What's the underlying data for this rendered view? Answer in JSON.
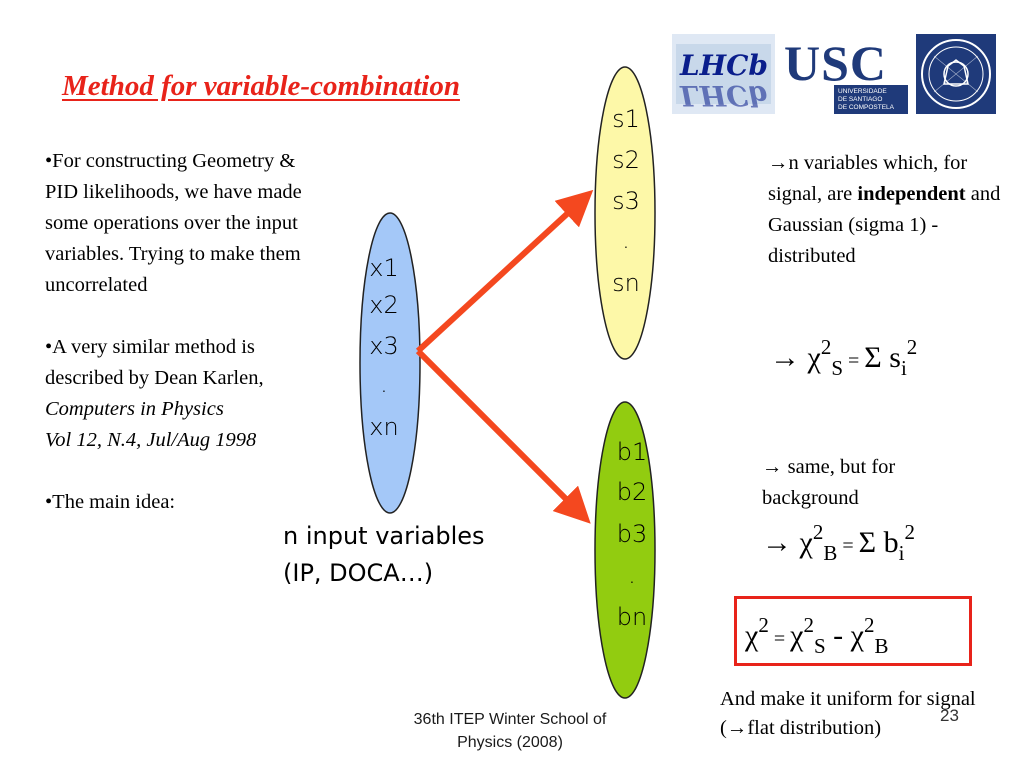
{
  "title": "Method for variable-combination",
  "left_text": {
    "p1": "•For constructing Geometry & PID likelihoods, we have made some operations over the input variables. Trying to make them uncorrelated",
    "p2": "•A very similar method is described by Dean Karlen,",
    "p2_ref_line1": "Computers in Physics",
    "p2_ref_line2": "Vol 12, N.4, Jul/Aug 1998",
    "p3": "•The main idea:"
  },
  "diagram": {
    "input_vars": [
      "x1",
      "x2",
      "x3",
      ".",
      "xn"
    ],
    "signal_vars": [
      "s1",
      "s2",
      "s3",
      ".",
      "sn"
    ],
    "background_vars": [
      "b1",
      "b2",
      "b3",
      ".",
      "bn"
    ],
    "input_label_line1": "n input variables",
    "input_label_line2": "(IP, DOCA…)",
    "colors": {
      "input_ellipse": "#a4c8f8",
      "signal_ellipse": "#fdf8a8",
      "background_ellipse": "#92cc10",
      "arrow": "#f4481f"
    }
  },
  "right": {
    "arrow_glyph": "→",
    "text1": "n variables which, for signal, are",
    "text1_bold": "independent",
    "text1_rest": " and Gaussian (sigma 1) - distributed",
    "text2": " same, but for background",
    "chi": "χ",
    "sum": "Σ",
    "two": "2",
    "equals": " = ",
    "minus": " - ",
    "s_sub": "S",
    "b_sub": "B",
    "s_var": "s",
    "b_var": "b",
    "i_sub": "i"
  },
  "bottom_right": {
    "line1": "And make it uniform for signal (",
    "line1_rest": "flat distribution)"
  },
  "logos": {
    "lhcb": "LHCb",
    "usc": "USC",
    "usc_line1": "UNIVERSIDADE",
    "usc_line2": "DE SANTIAGO",
    "usc_line3": "DE COMPOSTELA"
  },
  "footer": {
    "line1": "36th ITEP Winter School of",
    "line2": "Physics (2008)"
  },
  "page_number": "23"
}
